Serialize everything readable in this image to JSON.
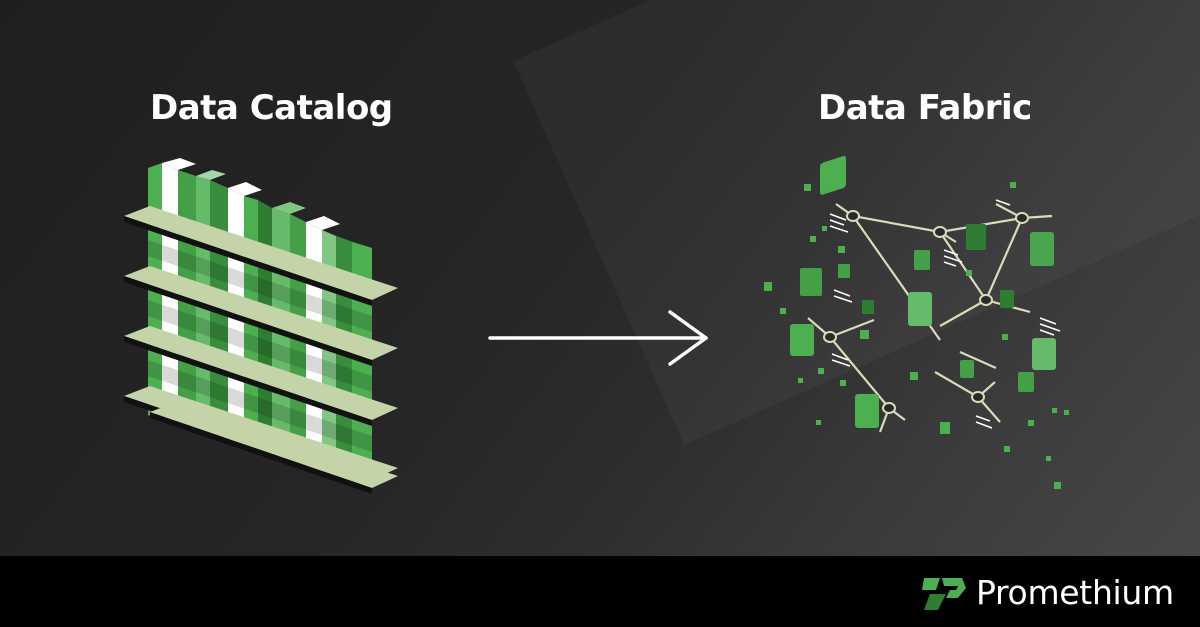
{
  "left_title": "Data Catalog",
  "right_title": "Data Fabric",
  "brand": {
    "name": "Promethium",
    "icon": "promethium-logo-icon"
  },
  "colors": {
    "background_dark": "#1f1f1f",
    "background_light": "#474747",
    "footer": "#000000",
    "green_primary": "#4caf50",
    "green_dark": "#2e7d32",
    "green_light": "#81c784",
    "shelf": "#c5d3a8",
    "line": "#d9dcb8",
    "text": "#ffffff"
  },
  "icons": [
    "bookshelf-illustration",
    "arrow-right-icon",
    "network-illustration",
    "promethium-logo-icon"
  ]
}
